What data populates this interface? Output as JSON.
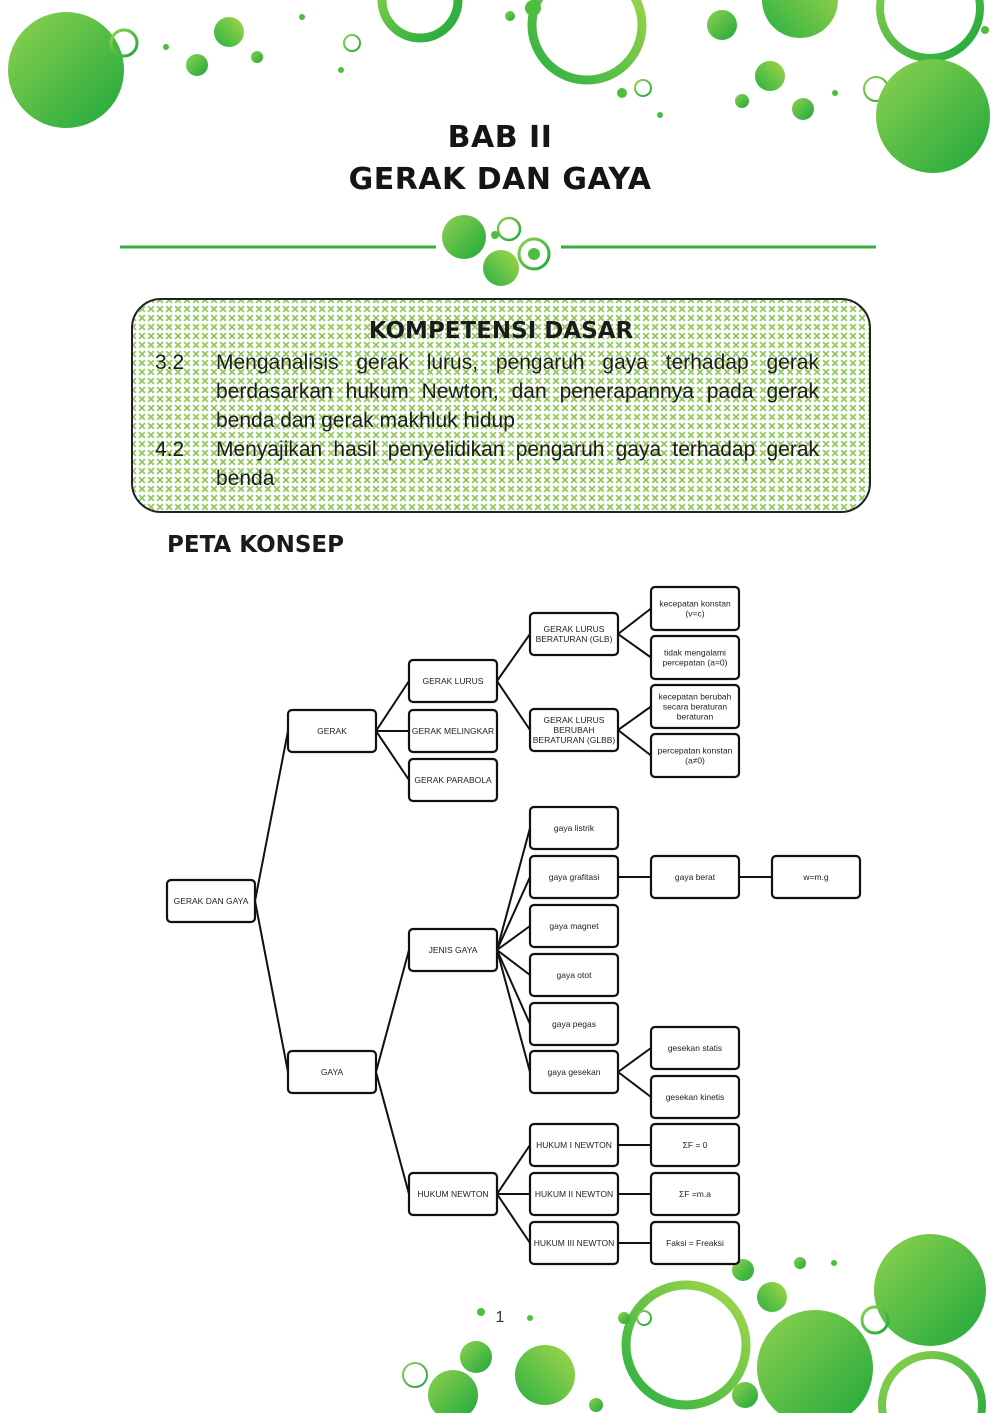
{
  "header": {
    "chapter": "BAB II",
    "title": "GERAK DAN GAYA"
  },
  "kompetensi": {
    "title": "KOMPETENSI DASAR",
    "items": [
      {
        "number": "3.2",
        "text": "Menganalisis gerak lurus, pengaruh gaya terhadap gerak berdasarkan hukum Newton, dan penerapannya pada gerak benda dan gerak makhluk hidup"
      },
      {
        "number": "4.2",
        "text": "Menyajikan hasil penyelidikan pengaruh gaya terhadap gerak benda"
      }
    ]
  },
  "peta_konsep": {
    "title": "PETA KONSEP",
    "nodes": [
      {
        "id": "root",
        "lines": [
          "GERAK DAN GAYA"
        ]
      },
      {
        "id": "gerak",
        "lines": [
          "GERAK"
        ]
      },
      {
        "id": "gaya",
        "lines": [
          "GAYA"
        ]
      },
      {
        "id": "gerak_lurus",
        "lines": [
          "GERAK LURUS"
        ]
      },
      {
        "id": "gerak_melingkar",
        "lines": [
          "GERAK MELINGKAR"
        ]
      },
      {
        "id": "gerak_parabola",
        "lines": [
          "GERAK PARABOLA"
        ]
      },
      {
        "id": "glb",
        "lines": [
          "GERAK LURUS",
          "BERATURAN (GLB)"
        ]
      },
      {
        "id": "glbb",
        "lines": [
          "GERAK LURUS",
          "BERUBAH",
          "BERATURAN (GLBB)"
        ]
      },
      {
        "id": "glb_1",
        "lines": [
          "kecepatan konstan",
          "(v=c)"
        ]
      },
      {
        "id": "glb_2",
        "lines": [
          "tidak mengalami",
          "percepatan (a=0)"
        ]
      },
      {
        "id": "glbb_1",
        "lines": [
          "kecepatan berubah",
          "secara beraturan",
          "beraturan"
        ]
      },
      {
        "id": "glbb_2",
        "lines": [
          "percepatan konstan",
          "(a≠0)"
        ]
      },
      {
        "id": "jenis_gaya",
        "lines": [
          "JENIS GAYA"
        ]
      },
      {
        "id": "hukum_newton",
        "lines": [
          "HUKUM NEWTON"
        ]
      },
      {
        "id": "g_listrik",
        "lines": [
          "gaya listrik"
        ]
      },
      {
        "id": "g_grafitasi",
        "lines": [
          "gaya grafitasi"
        ]
      },
      {
        "id": "g_magnet",
        "lines": [
          "gaya magnet"
        ]
      },
      {
        "id": "g_otot",
        "lines": [
          "gaya otot"
        ]
      },
      {
        "id": "g_pegas",
        "lines": [
          "gaya pegas"
        ]
      },
      {
        "id": "g_gesekan",
        "lines": [
          "gaya gesekan"
        ]
      },
      {
        "id": "g_berat",
        "lines": [
          "gaya berat"
        ]
      },
      {
        "id": "wmg",
        "lines": [
          "w=m.g"
        ]
      },
      {
        "id": "ges_statis",
        "lines": [
          "gesekan statis"
        ]
      },
      {
        "id": "ges_kinetis",
        "lines": [
          "gesekan kinetis"
        ]
      },
      {
        "id": "hn1",
        "lines": [
          "HUKUM I NEWTON"
        ]
      },
      {
        "id": "hn2",
        "lines": [
          "HUKUM II NEWTON"
        ]
      },
      {
        "id": "hn3",
        "lines": [
          "HUKUM III NEWTON"
        ]
      },
      {
        "id": "f1",
        "lines": [
          "ΣF = 0"
        ]
      },
      {
        "id": "f2",
        "lines": [
          "ΣF =m.a"
        ]
      },
      {
        "id": "f3",
        "lines": [
          "Faksi = Freaksi"
        ]
      }
    ],
    "edges": [
      [
        "root",
        "gerak"
      ],
      [
        "root",
        "gaya"
      ],
      [
        "gerak",
        "gerak_lurus"
      ],
      [
        "gerak",
        "gerak_melingkar"
      ],
      [
        "gerak",
        "gerak_parabola"
      ],
      [
        "gerak_lurus",
        "glb"
      ],
      [
        "gerak_lurus",
        "glbb"
      ],
      [
        "glb",
        "glb_1"
      ],
      [
        "glb",
        "glb_2"
      ],
      [
        "glbb",
        "glbb_1"
      ],
      [
        "glbb",
        "glbb_2"
      ],
      [
        "gaya",
        "jenis_gaya"
      ],
      [
        "gaya",
        "hukum_newton"
      ],
      [
        "jenis_gaya",
        "g_listrik"
      ],
      [
        "jenis_gaya",
        "g_grafitasi"
      ],
      [
        "jenis_gaya",
        "g_magnet"
      ],
      [
        "jenis_gaya",
        "g_otot"
      ],
      [
        "jenis_gaya",
        "g_pegas"
      ],
      [
        "jenis_gaya",
        "g_gesekan"
      ],
      [
        "g_grafitasi",
        "g_berat"
      ],
      [
        "g_berat",
        "wmg"
      ],
      [
        "g_gesekan",
        "ges_statis"
      ],
      [
        "g_gesekan",
        "ges_kinetis"
      ],
      [
        "hukum_newton",
        "hn1"
      ],
      [
        "hukum_newton",
        "hn2"
      ],
      [
        "hukum_newton",
        "hn3"
      ],
      [
        "hn1",
        "f1"
      ],
      [
        "hn2",
        "f2"
      ],
      [
        "hn3",
        "f3"
      ]
    ]
  },
  "footer": {
    "page_number": "1"
  },
  "colors": {
    "accent_green": "#4cbf3f",
    "accent_light": "#9fd45a",
    "outline": "#111111"
  }
}
